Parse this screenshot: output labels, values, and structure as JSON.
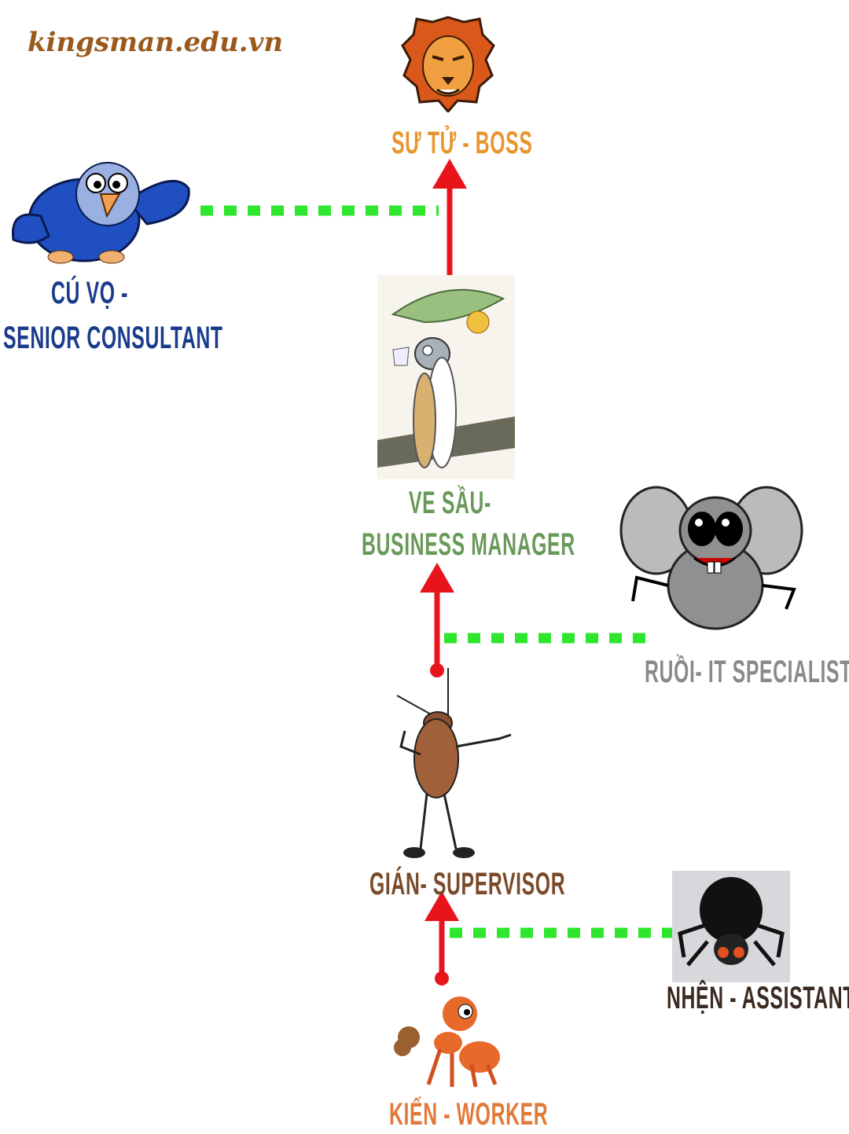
{
  "logo": "kingsman.edu.vn",
  "nodes": {
    "boss": {
      "label": "SƯ TỬ - BOSS",
      "icon": "lion-icon",
      "color": "#e8952e"
    },
    "consultant": {
      "label_line1": "CÚ VỌ -",
      "label_line2": "SENIOR CONSULTANT",
      "icon": "owl-icon",
      "color": "#1a3c8c"
    },
    "manager": {
      "label_line1": "VE SẦU-",
      "label_line2": "BUSINESS MANAGER",
      "icon": "cicada-icon",
      "color": "#6a9a5a"
    },
    "it": {
      "label": "RUỒI- IT SPECIALIST",
      "icon": "fly-icon",
      "color": "#8a8a8a"
    },
    "supervisor": {
      "label": "GIÁN- SUPERVISOR",
      "icon": "cockroach-icon",
      "color": "#7a4a2a"
    },
    "assistant": {
      "label": "NHỆN - ASSISTANT",
      "icon": "spider-icon",
      "color": "#3a2a20"
    },
    "worker": {
      "label": "KIẾN - WORKER",
      "icon": "ant-icon",
      "color": "#e07a3a"
    }
  },
  "colors": {
    "reports_to": "#e8141c",
    "advises": "#2ee62e"
  }
}
